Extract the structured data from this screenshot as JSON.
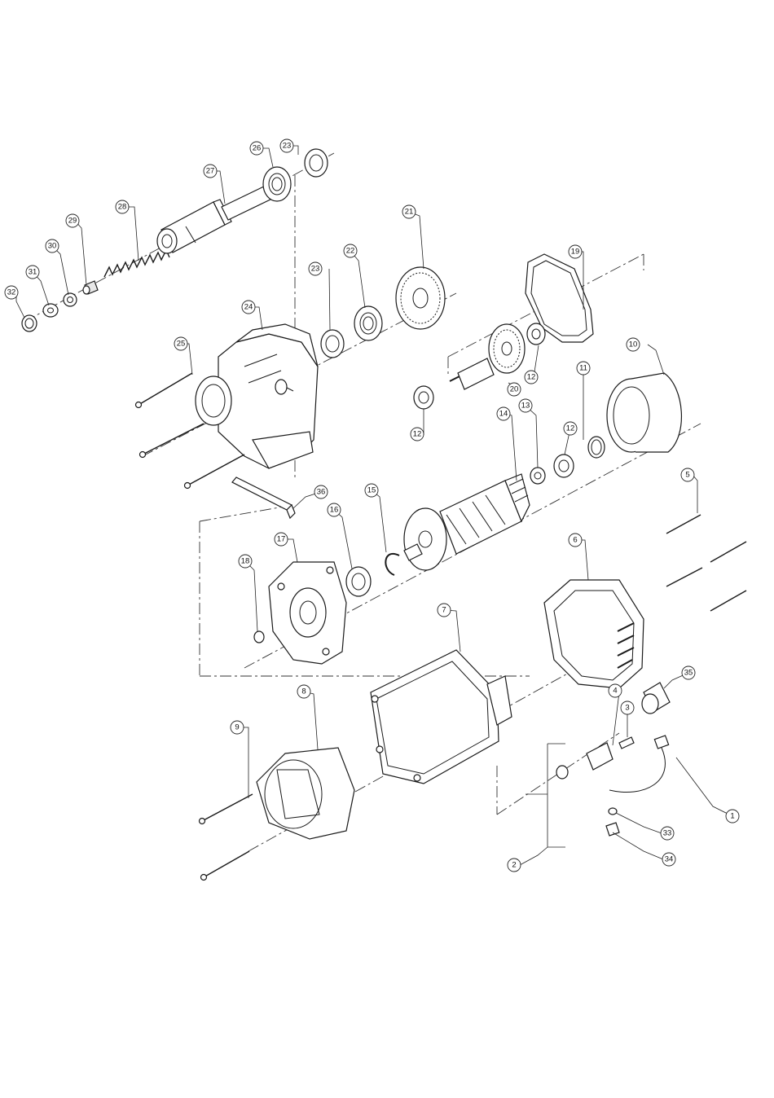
{
  "diagram": {
    "type": "exploded-parts-diagram",
    "callouts": [
      {
        "id": "1",
        "label": "1"
      },
      {
        "id": "2",
        "label": "2"
      },
      {
        "id": "3",
        "label": "3"
      },
      {
        "id": "4",
        "label": "4"
      },
      {
        "id": "5",
        "label": "5"
      },
      {
        "id": "6",
        "label": "6"
      },
      {
        "id": "7",
        "label": "7"
      },
      {
        "id": "8",
        "label": "8"
      },
      {
        "id": "9",
        "label": "9"
      },
      {
        "id": "10",
        "label": "10"
      },
      {
        "id": "11",
        "label": "11"
      },
      {
        "id": "12a",
        "label": "12"
      },
      {
        "id": "12b",
        "label": "12"
      },
      {
        "id": "12c",
        "label": "12"
      },
      {
        "id": "13",
        "label": "13"
      },
      {
        "id": "14",
        "label": "14"
      },
      {
        "id": "15",
        "label": "15"
      },
      {
        "id": "16",
        "label": "16"
      },
      {
        "id": "17",
        "label": "17"
      },
      {
        "id": "18",
        "label": "18"
      },
      {
        "id": "19",
        "label": "19"
      },
      {
        "id": "20",
        "label": "20"
      },
      {
        "id": "21",
        "label": "21"
      },
      {
        "id": "22",
        "label": "22"
      },
      {
        "id": "23a",
        "label": "23"
      },
      {
        "id": "23b",
        "label": "23"
      },
      {
        "id": "24",
        "label": "24"
      },
      {
        "id": "25",
        "label": "25"
      },
      {
        "id": "26",
        "label": "26"
      },
      {
        "id": "27",
        "label": "27"
      },
      {
        "id": "28",
        "label": "28"
      },
      {
        "id": "29",
        "label": "29"
      },
      {
        "id": "30",
        "label": "30"
      },
      {
        "id": "31",
        "label": "31"
      },
      {
        "id": "32",
        "label": "32"
      },
      {
        "id": "33",
        "label": "33"
      },
      {
        "id": "34",
        "label": "34"
      },
      {
        "id": "35",
        "label": "35"
      },
      {
        "id": "36",
        "label": "36"
      }
    ]
  }
}
